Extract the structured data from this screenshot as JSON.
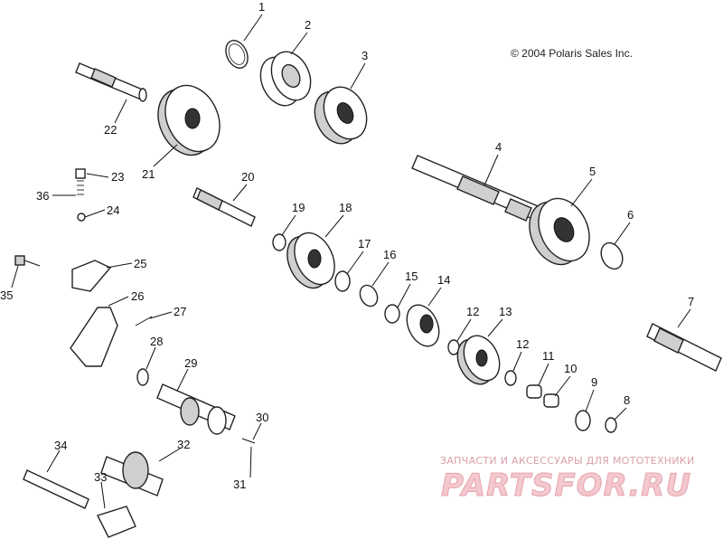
{
  "copyright": "© 2004 Polaris Sales Inc.",
  "watermark": {
    "caption": "ЗАПЧАСТИ И АКСЕССУАРЫ ДЛЯ МОТОТЕХНИКИ",
    "brand": "PARTSFOR.RU"
  },
  "callouts": [
    {
      "id": "1",
      "label": "1"
    },
    {
      "id": "2",
      "label": "2"
    },
    {
      "id": "3",
      "label": "3"
    },
    {
      "id": "4",
      "label": "4"
    },
    {
      "id": "5",
      "label": "5"
    },
    {
      "id": "6",
      "label": "6"
    },
    {
      "id": "7",
      "label": "7"
    },
    {
      "id": "8",
      "label": "8"
    },
    {
      "id": "9",
      "label": "9"
    },
    {
      "id": "10",
      "label": "10"
    },
    {
      "id": "11",
      "label": "11"
    },
    {
      "id": "12a",
      "label": "12"
    },
    {
      "id": "12b",
      "label": "12"
    },
    {
      "id": "13",
      "label": "13"
    },
    {
      "id": "14",
      "label": "14"
    },
    {
      "id": "15",
      "label": "15"
    },
    {
      "id": "16",
      "label": "16"
    },
    {
      "id": "17",
      "label": "17"
    },
    {
      "id": "18",
      "label": "18"
    },
    {
      "id": "19",
      "label": "19"
    },
    {
      "id": "20",
      "label": "20"
    },
    {
      "id": "21",
      "label": "21"
    },
    {
      "id": "22",
      "label": "22"
    },
    {
      "id": "23",
      "label": "23"
    },
    {
      "id": "24",
      "label": "24"
    },
    {
      "id": "25",
      "label": "25"
    },
    {
      "id": "26",
      "label": "26"
    },
    {
      "id": "27",
      "label": "27"
    },
    {
      "id": "28",
      "label": "28"
    },
    {
      "id": "29",
      "label": "29"
    },
    {
      "id": "30",
      "label": "30"
    },
    {
      "id": "31",
      "label": "31"
    },
    {
      "id": "32",
      "label": "32"
    },
    {
      "id": "33",
      "label": "33"
    },
    {
      "id": "34",
      "label": "34"
    },
    {
      "id": "35",
      "label": "35"
    },
    {
      "id": "36",
      "label": "36"
    }
  ]
}
